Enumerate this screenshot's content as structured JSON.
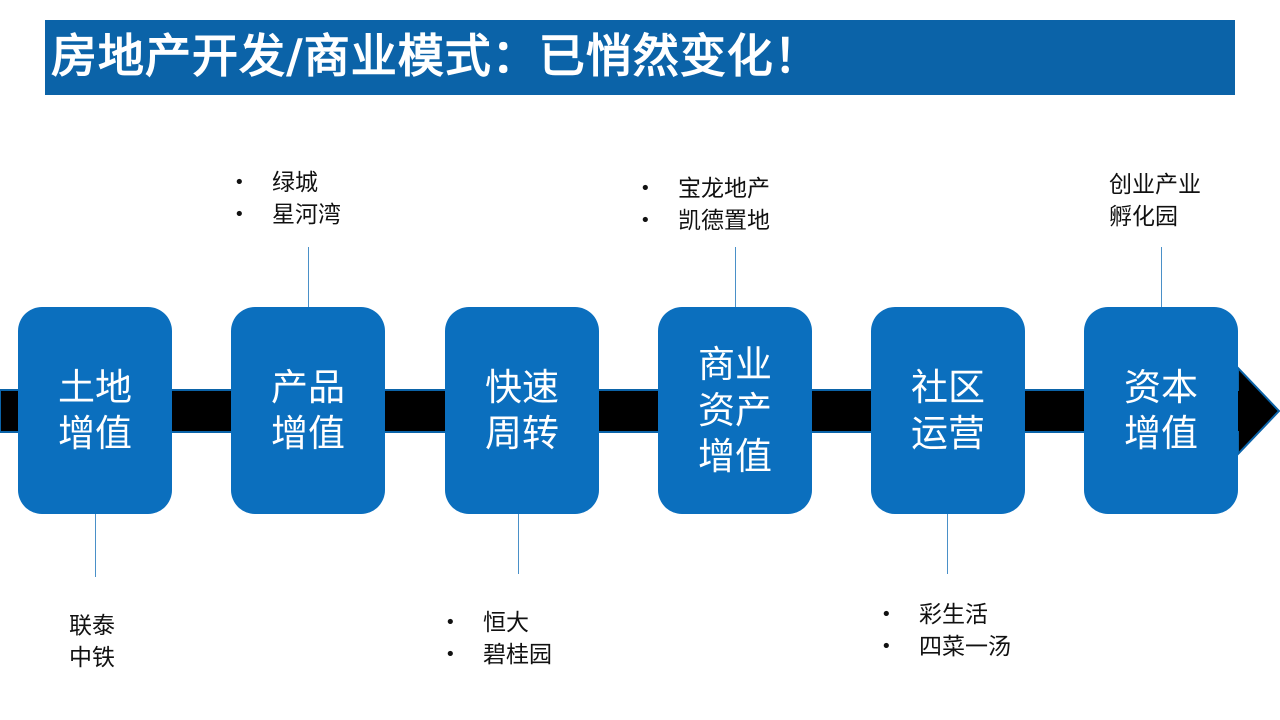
{
  "title": "房地产开发/商业模式：已悄然变化！",
  "colors": {
    "title_bg": "#0B63A8",
    "box": "#0B6FBE",
    "arrow": "#000000",
    "arrow_outline": "#0B63A8",
    "connector": "#4A90C8"
  },
  "stages": [
    {
      "lines": [
        "土地",
        "增值"
      ]
    },
    {
      "lines": [
        "产品",
        "增值"
      ]
    },
    {
      "lines": [
        "快速",
        "周转"
      ]
    },
    {
      "lines": [
        "商业",
        "资产",
        "增值"
      ]
    },
    {
      "lines": [
        "社区",
        "运营"
      ]
    },
    {
      "lines": [
        "资本",
        "增值"
      ]
    }
  ],
  "notes": {
    "land": [
      "联泰",
      "中铁"
    ],
    "product": [
      "绿城",
      "星河湾"
    ],
    "turnover": [
      "恒大",
      "碧桂园"
    ],
    "commercial": [
      "宝龙地产",
      "凯德置地"
    ],
    "community": [
      "彩生活",
      "四菜一汤"
    ],
    "capital": [
      "创业产业",
      "孵化园"
    ]
  }
}
